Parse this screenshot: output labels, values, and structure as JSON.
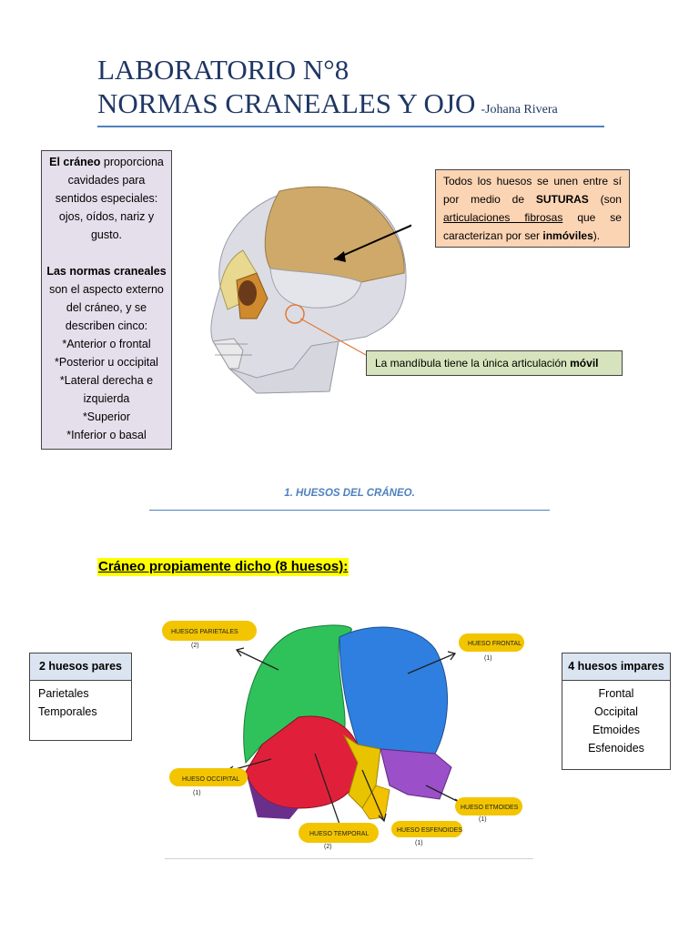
{
  "header": {
    "title_line1": "LABORATORIO N°8",
    "title_line2": "NORMAS CRANEALES Y OJO",
    "author": "-Johana Rivera"
  },
  "intro_box": {
    "p1_bold": "El cráneo",
    "p1_rest": " proporciona cavidades para sentidos especiales: ojos, oídos, nariz y gusto.",
    "p2_bold": "Las normas craneales",
    "p2_rest": " son el aspecto externo del cráneo, y se describen cinco:",
    "items": [
      "*Anterior o frontal",
      "*Posterior u occipital",
      "*Lateral derecha e izquierda",
      "*Superior",
      "*Inferior o basal"
    ]
  },
  "sutures_box": {
    "t1": "Todos los huesos se unen entre sí por medio de ",
    "bold1": "SUTURAS",
    "t2": " (son ",
    "underline": "articulaciones fibrosas",
    "t3": " que se caracterizan por ser ",
    "bold2": "inmóviles",
    "t4": ")."
  },
  "mandible_box": {
    "text": "La mandíbula tiene la única articulación ",
    "bold": "móvil"
  },
  "section": {
    "title": "1.   HUESOS DEL CRÁNEO."
  },
  "subheading": "Cráneo propiamente dicho (8 huesos):",
  "pares": {
    "header": "2 huesos pares",
    "items": [
      "Parietales",
      "Temporales"
    ]
  },
  "impares": {
    "header": "4 huesos impares",
    "items": [
      "Frontal",
      "Occipital",
      "Etmoides",
      "Esfenoides"
    ]
  },
  "diagram_labels": {
    "parietales": "HUESOS PARIETALES",
    "parietales_n": "(2)",
    "frontal": "HUESO FRONTAL",
    "frontal_n": "(1)",
    "occipital": "HUESO OCCIPITAL",
    "occipital_n": "(1)",
    "temporal": "HUESO TEMPORAL",
    "temporal_n": "(2)",
    "esfenoides": "HUESO ESFENOIDES",
    "esfenoides_n": "(1)",
    "etmoides": "HUESO ETMOIDES",
    "etmoides_n": "(1)"
  },
  "colors": {
    "title": "#1f3763",
    "accent": "#4f81bd",
    "highlight": "#ffff00",
    "parietal": "#2fc25b",
    "frontal": "#2f7fe0",
    "occipital": "#e0203a",
    "temporal": "#e8c400",
    "esfenoides": "#f2c200",
    "etmoides": "#9b4fc9"
  }
}
